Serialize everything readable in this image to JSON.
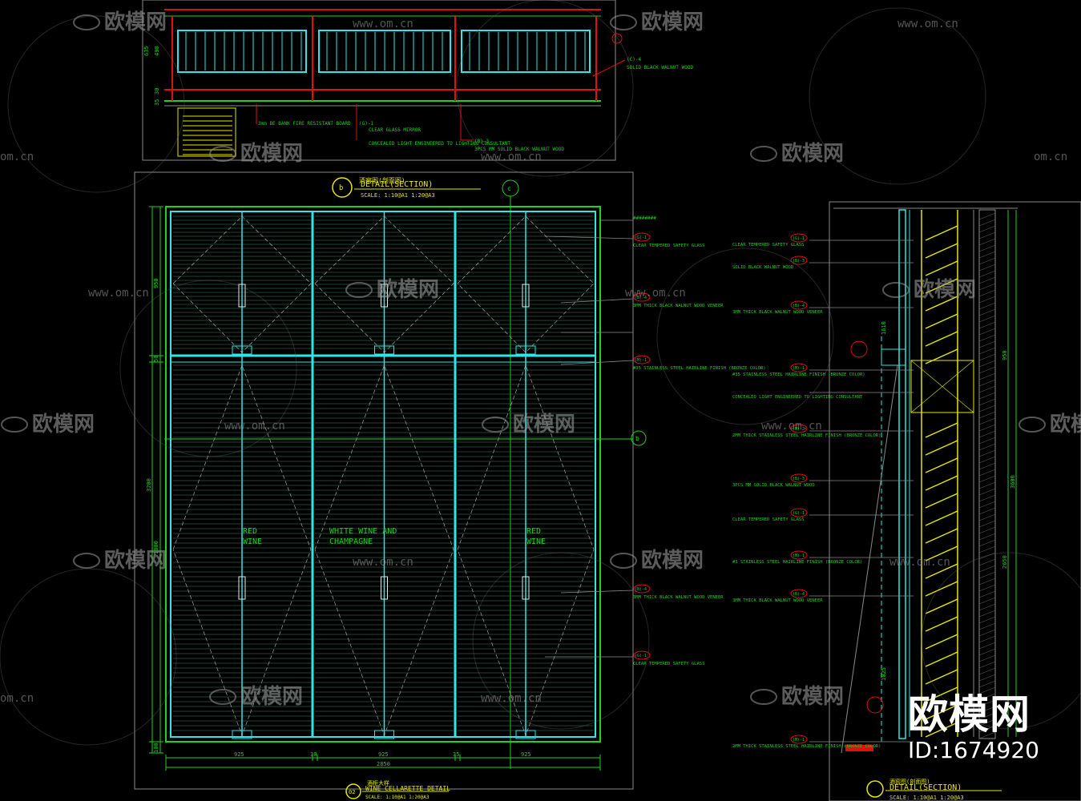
{
  "watermark": {
    "brand_cn": "欧模网",
    "domain": "www.om.cn",
    "domain_short": "om.cn",
    "id_text": "ID:1674920"
  },
  "top_plan": {
    "dims": [
      "635",
      "490",
      "30",
      "35"
    ],
    "notes": [
      {
        "tag": "(C)-4",
        "text": "SOLID BLACK WALNUT WOOD"
      },
      {
        "tag": "",
        "text": "3mm BE BANK FIRE RESISTANT BOARD"
      },
      {
        "tag": "(G)-1",
        "text": "CLEAR GLASS MIRROR"
      },
      {
        "tag": "",
        "text": "CONCEALED LIGHT ENGINEERED TO LIGHTING CONSULTANT"
      },
      {
        "tag": "(B)-3",
        "text": "3PCS MM SOLID BLACK WALNUT WOOD"
      }
    ]
  },
  "elevation": {
    "title_cn": "酒窖图(剖面图)",
    "title": "DETAIL(SECTION)",
    "scale": "SCALE: 1:10@A1 1:20@A3",
    "marker_b": "b",
    "marker_c": "c",
    "sections": [
      {
        "label1": "RED",
        "label2": "WINE"
      },
      {
        "label1": "WHITE WINE AND",
        "label2": "CHAMPAGNE"
      },
      {
        "label1": "RED",
        "label2": "WINE"
      }
    ],
    "dims_left": [
      "950",
      "50",
      "3200",
      "1800",
      "100"
    ],
    "dims_bottom": [
      "925",
      "30",
      "925",
      "35",
      "925"
    ],
    "total_width": "2850",
    "footer_cn": "酒柜大样",
    "footer_title": "WINE CELLARETTE DETAIL",
    "footer_scale": "SCALE: 1:10@A1 1:20@A3",
    "footer_num": "02",
    "notes": [
      {
        "tag": "(G)-1",
        "text": "CLEAR TEMPERED SAFETY GLASS"
      },
      {
        "tag": "(B)-4",
        "text": "3MM THICK BLACK WALNUT WOOD VENEER"
      },
      {
        "tag": "(M)-1",
        "text": "#35 STAINLESS STEEL HAIRLINE FINISH (BRONZE COLOR)"
      },
      {
        "tag": "(B)-4",
        "text": "3MM THICK BLACK WALNUT WOOD VENEER"
      },
      {
        "tag": "(G)-1",
        "text": "CLEAR TEMPERED SAFETY GLASS"
      }
    ]
  },
  "section": {
    "title_cn": "酒窖图(剖面图)",
    "title": "DETAIL(SECTION)",
    "scale": "SCALE: 1:10@A1 1:20@A3",
    "dims_right": [
      "950",
      "3600",
      "2650"
    ],
    "dims_left": [
      "1610",
      "1025"
    ],
    "notes": [
      {
        "tag": "(G)-1",
        "text": "CLEAR TEMPERED SAFETY GLASS"
      },
      {
        "tag": "(B)-3",
        "text": "SOLID BLACK WALNUT WOOD"
      },
      {
        "tag": "(B)-4",
        "text": "3MM THICK BLACK WALNUT WOOD VENEER"
      },
      {
        "tag": "(M)-1",
        "text": "#35 STAINLESS STEEL HAIRLINE FINISH (BRONZE COLOR)"
      },
      {
        "tag": "",
        "text": "CONCEALED LIGHT ENGINEERED TO LIGHTING CONSULTANT"
      },
      {
        "tag": "(M)-2",
        "text": "2MM THICK STAINLESS STEEL HAIRLINE FINISH (BRONZE COLOR)"
      },
      {
        "tag": "(B)-3",
        "text": "3PCS MM SOLID BLACK WALNUT WOOD"
      },
      {
        "tag": "(G)-1",
        "text": "CLEAR TEMPERED SAFETY GLASS"
      },
      {
        "tag": "(M)-1",
        "text": "#3 STAINLESS STEEL HAIRLINE FINISH (BRONZE COLOR)"
      },
      {
        "tag": "(B)-4",
        "text": "3MM THICK BLACK WALNUT WOOD VENEER"
      },
      {
        "tag": "(M)-1",
        "text": "2MM THICK STAINLESS STEEL HAIRLINE FINISH (BRONZE COLOR)"
      }
    ]
  },
  "colors": {
    "background": "#000000",
    "green": "#1ed21e",
    "cyan": "#2fe6e6",
    "red": "#e01010",
    "yellow": "#e6e600",
    "white": "#e8e8e8",
    "grey": "#8a8a8a",
    "watermark": "#9a9a9a"
  }
}
